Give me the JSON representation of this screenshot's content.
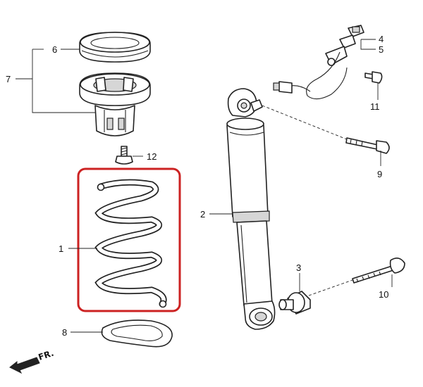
{
  "callouts": {
    "n1": "1",
    "n2": "2",
    "n3": "3",
    "n4": "4",
    "n5": "5",
    "n6": "6",
    "n7": "7",
    "n8": "8",
    "n9": "9",
    "n10": "10",
    "n11": "11",
    "n12": "12"
  },
  "direction_marker": "FR.",
  "colors": {
    "highlight": "#cc2222",
    "line": "#222222"
  },
  "highlighted_part": "1"
}
